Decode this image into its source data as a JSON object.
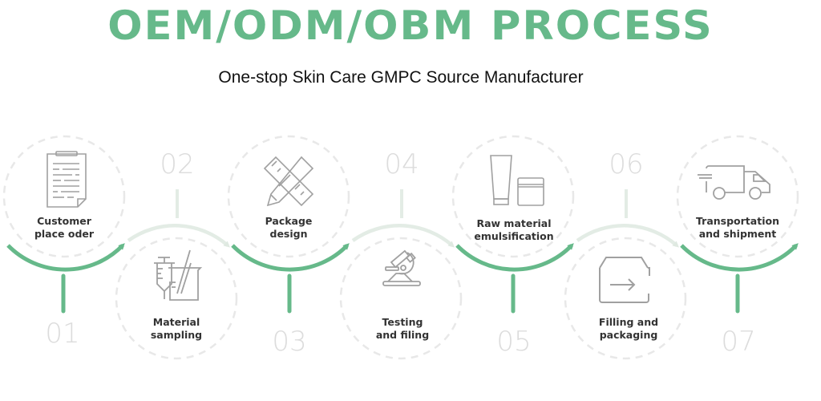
{
  "header": {
    "title": "OEM/ODM/OBM PROCESS",
    "subtitle": "One-stop Skin Care GMPC Source Manufacturer"
  },
  "colors": {
    "accent": "#66b98a",
    "accent_light": "#e3ece5",
    "circle_dash": "#e6e6e6",
    "icon_gray": "#a0a0a0",
    "number_gray": "#dcdcdc"
  },
  "steps": [
    {
      "number": "01",
      "label_line1": "Customer",
      "label_line2": "place oder",
      "icon": "clipboard-icon"
    },
    {
      "number": "02",
      "label_line1": "Material",
      "label_line2": "sampling",
      "icon": "syringe-beaker-icon"
    },
    {
      "number": "03",
      "label_line1": "Package",
      "label_line2": "design",
      "icon": "crossed-rulers-icon"
    },
    {
      "number": "04",
      "label_line1": "Testing",
      "label_line2": "and filing",
      "icon": "microscope-icon"
    },
    {
      "number": "05",
      "label_line1": "Raw material",
      "label_line2": "emulsification",
      "icon": "tube-jar-icon"
    },
    {
      "number": "06",
      "label_line1": "Filling and",
      "label_line2": "packaging",
      "icon": "box-arrow-icon"
    },
    {
      "number": "07",
      "label_line1": "Transportation",
      "label_line2": "and shipment",
      "icon": "truck-icon"
    }
  ]
}
